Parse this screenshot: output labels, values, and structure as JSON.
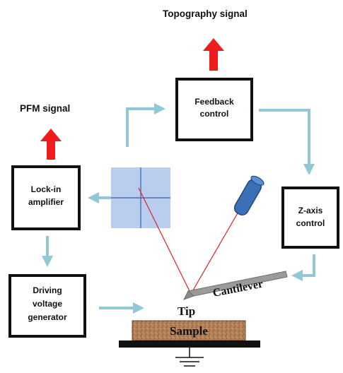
{
  "labels": {
    "topography_signal": "Topography signal",
    "pfm_signal": "PFM signal",
    "feedback_line1": "Feedback",
    "feedback_line2": "control",
    "lockin_line1": "Lock-in",
    "lockin_line2": "amplifier",
    "zaxis_line1": "Z-axis",
    "zaxis_line2": "control",
    "driving_line1": "Driving",
    "driving_line2": "voltage",
    "driving_line3": "generator",
    "cantilever": "Cantilever",
    "tip": "Tip",
    "sample": "Sample"
  },
  "colors": {
    "signal_arrow": "#ee1c1c",
    "flow_arrow": "#92c8d6",
    "box_border": "#111111",
    "detector_fill": "#b9cdee",
    "laser_source": "#3b6fb6",
    "laser_beam": "#e02020",
    "cantilever": "#9a9a9a",
    "sample": "#b3825a",
    "substrate": "#111111"
  }
}
